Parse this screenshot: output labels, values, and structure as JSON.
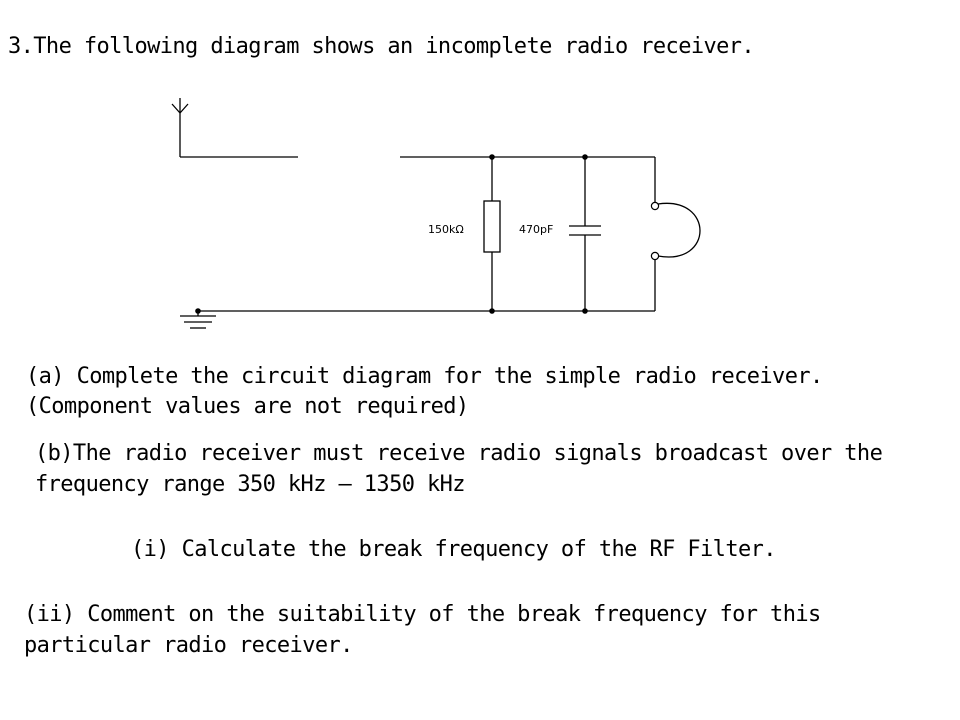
{
  "question_title": "3.The following diagram shows an incomplete radio receiver.",
  "circuit": {
    "resistor_label": "150kΩ",
    "capacitor_label": "470pF"
  },
  "part_a": {
    "line1": "(a) Complete the circuit diagram for the simple radio receiver.",
    "line2": "(Component values are not required)"
  },
  "part_b": {
    "line1": "(b)The radio receiver must receive radio signals broadcast over the",
    "line2": "frequency range 350 kHz – 1350 kHz"
  },
  "part_i": "(i) Calculate the break frequency of the RF Filter.",
  "part_ii": {
    "line1": "(ii) Comment on the suitability of the break frequency for this",
    "line2": "particular radio receiver."
  }
}
